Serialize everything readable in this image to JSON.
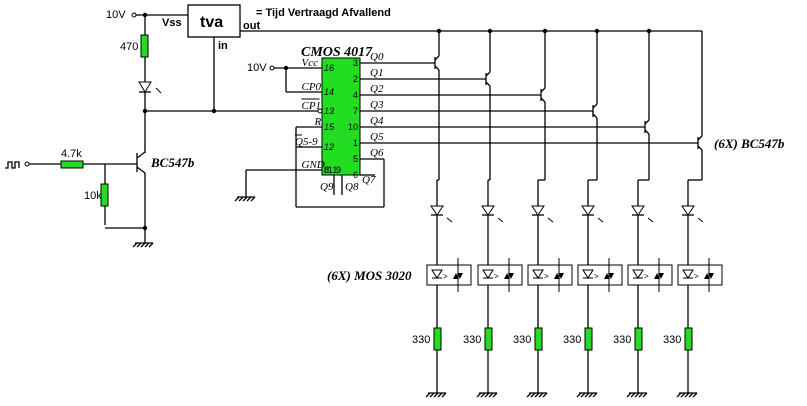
{
  "title_note": "=  Tijd Vertraagd Afvallend",
  "supply_label": "10V",
  "tva": {
    "label": "tva",
    "vss": "Vss",
    "out": "out",
    "in": "in"
  },
  "input_transistor": {
    "label": "BC547b"
  },
  "resistors": {
    "r470": "470",
    "r4k7": "4.7k",
    "r10k": "10k",
    "r330": "330"
  },
  "ic": {
    "name": "CMOS 4017",
    "colors": {
      "body": "#22dd22"
    },
    "left_pins": [
      {
        "label": "Vcc",
        "num": "16"
      },
      {
        "label": "CP0",
        "num": "14"
      },
      {
        "label": "CP1",
        "num": "13"
      },
      {
        "label": "R",
        "num": "15"
      },
      {
        "label": "Q5-9",
        "num": "12"
      },
      {
        "label": "GND",
        "num": "8"
      }
    ],
    "right_pins": [
      {
        "label": "Q0",
        "num": "3"
      },
      {
        "label": "Q1",
        "num": "2"
      },
      {
        "label": "Q2",
        "num": "4"
      },
      {
        "label": "Q3",
        "num": "7"
      },
      {
        "label": "Q4",
        "num": "10"
      },
      {
        "label": "Q5",
        "num": "1"
      },
      {
        "label": "Q6",
        "num": "5"
      },
      {
        "label": "Q7",
        "num": "6"
      }
    ],
    "bottom_pins": [
      {
        "label": "Q9",
        "num": "11"
      },
      {
        "label": "Q8",
        "num": "9"
      }
    ]
  },
  "output_transistors_label": "(6X)  BC547b",
  "optocoupler_label": "(6X) MOS 3020",
  "channels": 6
}
